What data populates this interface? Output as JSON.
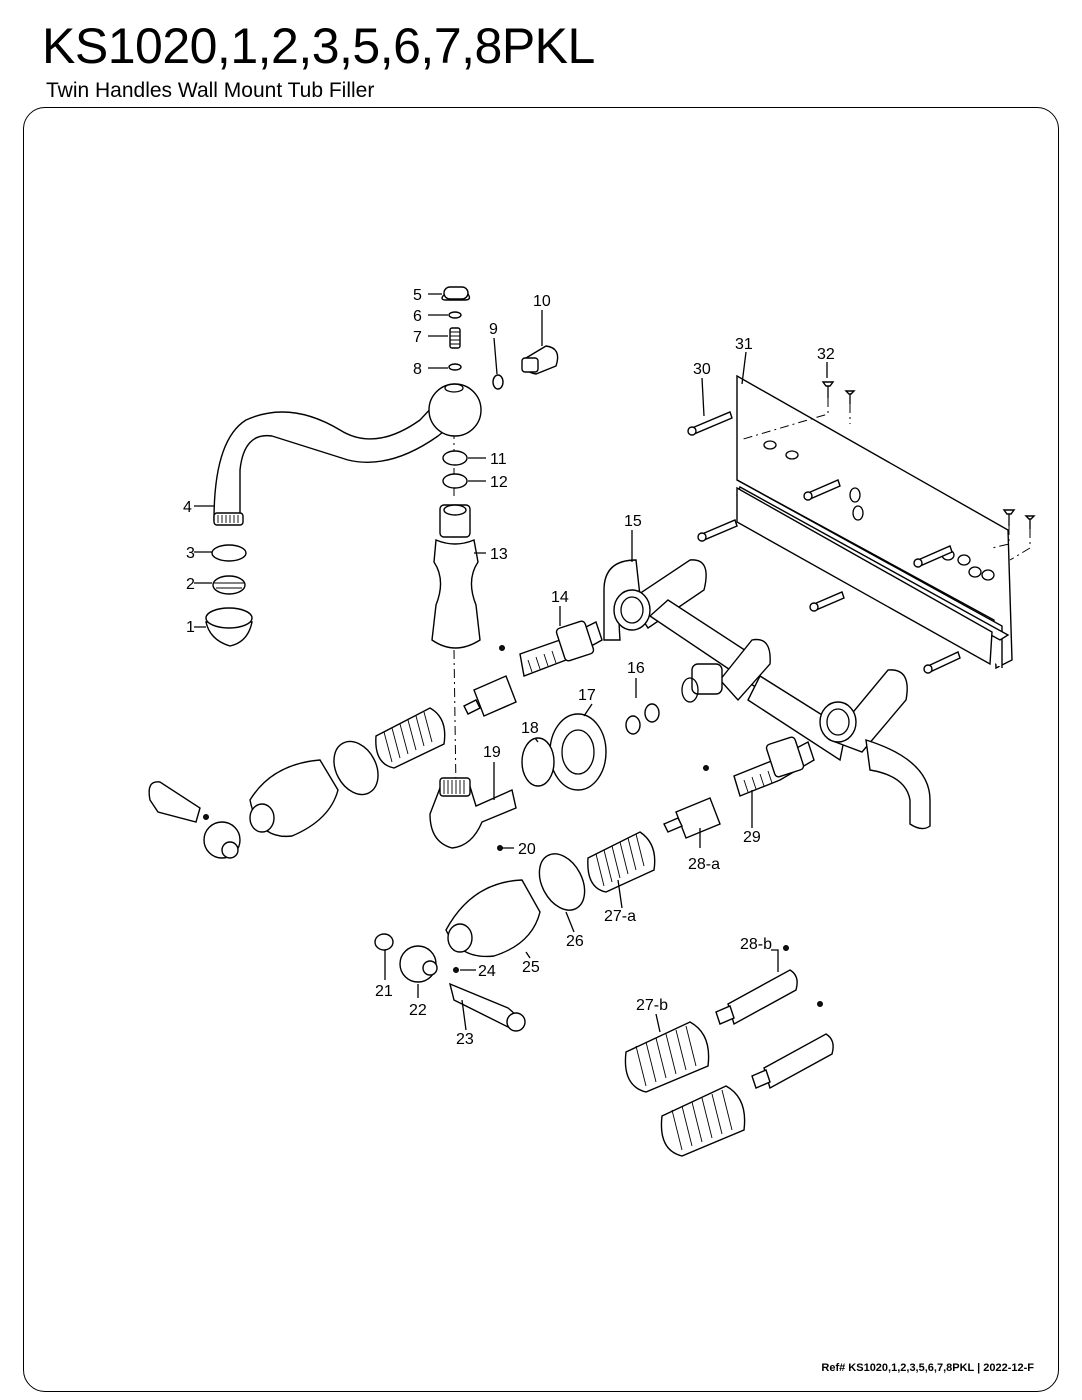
{
  "header": {
    "model": "KS1020,1,2,3,5,6,7,8PKL",
    "subtitle": "Twin Handles Wall Mount Tub Filler"
  },
  "footer": {
    "reference": "Ref# KS1020,1,2,3,5,6,7,8PKL | 2022-12-F"
  },
  "callouts": [
    "1",
    "2",
    "3",
    "4",
    "5",
    "6",
    "7",
    "8",
    "9",
    "10",
    "11",
    "12",
    "13",
    "14",
    "15",
    "16",
    "17",
    "18",
    "19",
    "20",
    "21",
    "22",
    "23",
    "24",
    "25",
    "26",
    "27-a",
    "27-b",
    "28-a",
    "28-b",
    "29",
    "30",
    "31",
    "32"
  ]
}
